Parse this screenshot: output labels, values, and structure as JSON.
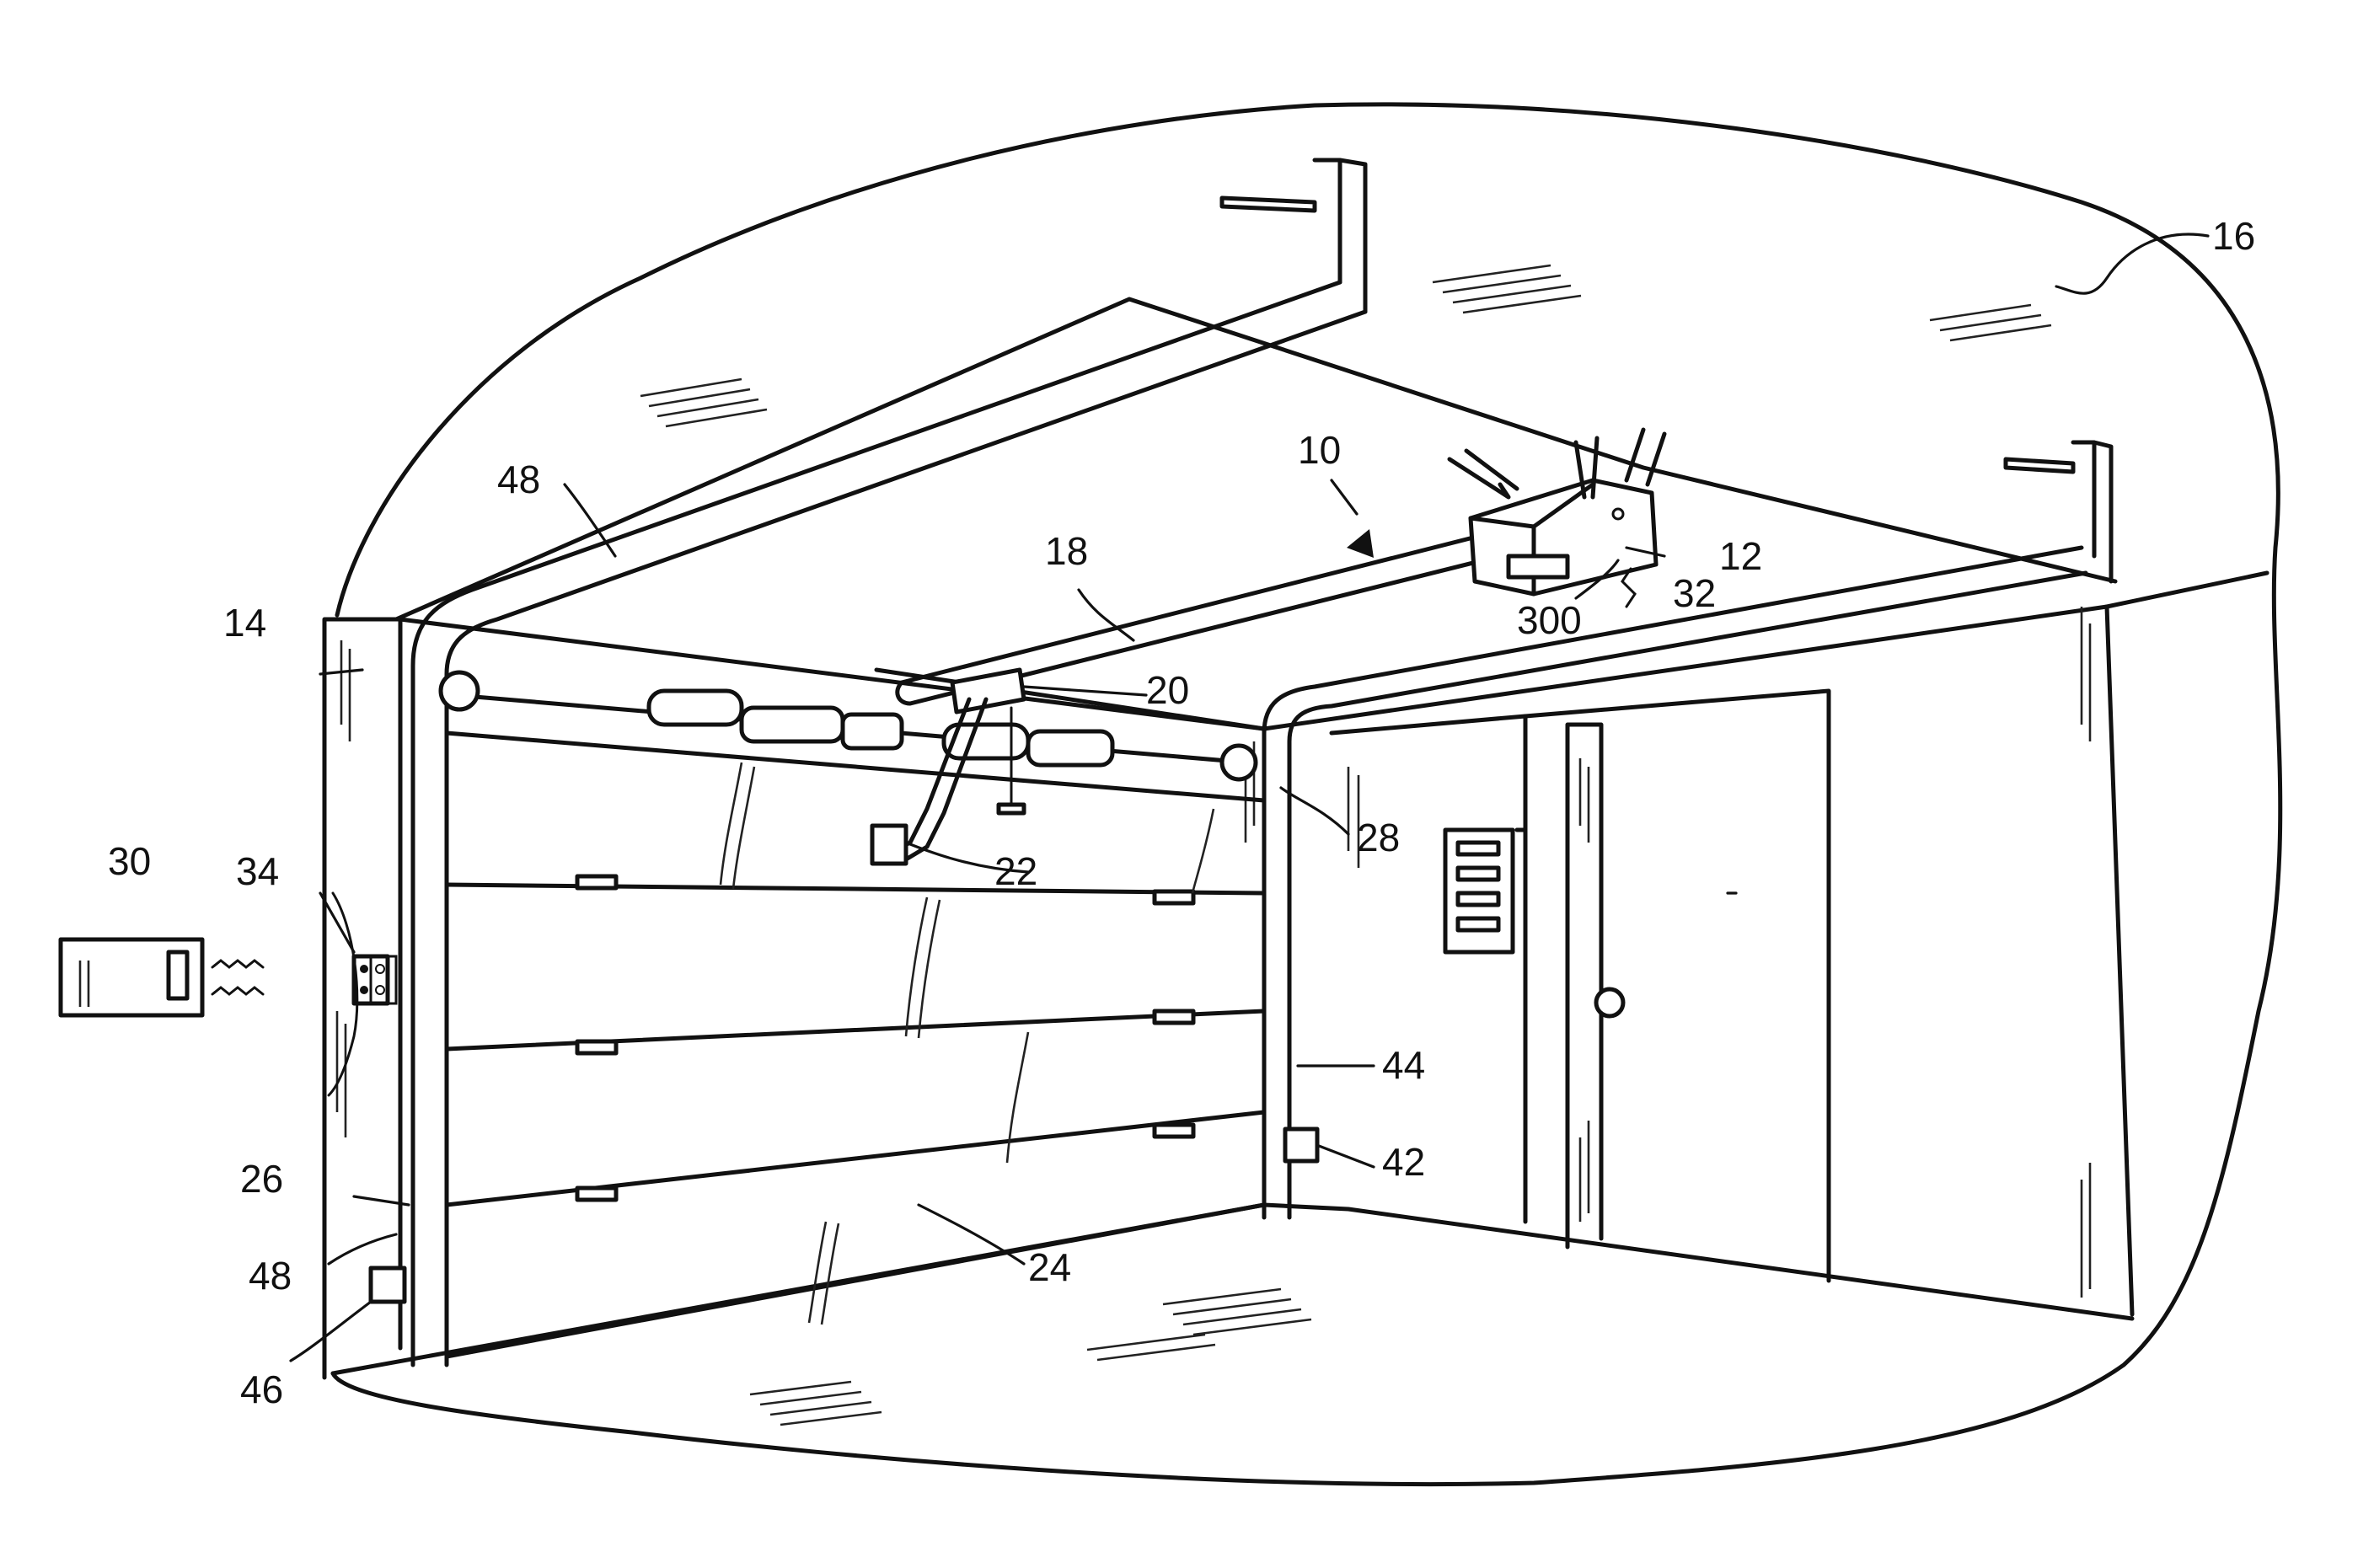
{
  "labels": {
    "opener_system": "10",
    "head_unit": "12",
    "garage_wall": "14",
    "garage_space": "16",
    "rail": "18",
    "trolley": "20",
    "door_arm_bracket": "22",
    "door": "24",
    "track_left": "26",
    "track_right": "28",
    "remote_transmitter": "30",
    "antenna": "32",
    "keypad": "34",
    "safety_sensor_right": "42",
    "sensor_wire": "44",
    "safety_sensor_left": "46",
    "upper_track": "48",
    "lower_track": "48",
    "receiver": "300"
  }
}
